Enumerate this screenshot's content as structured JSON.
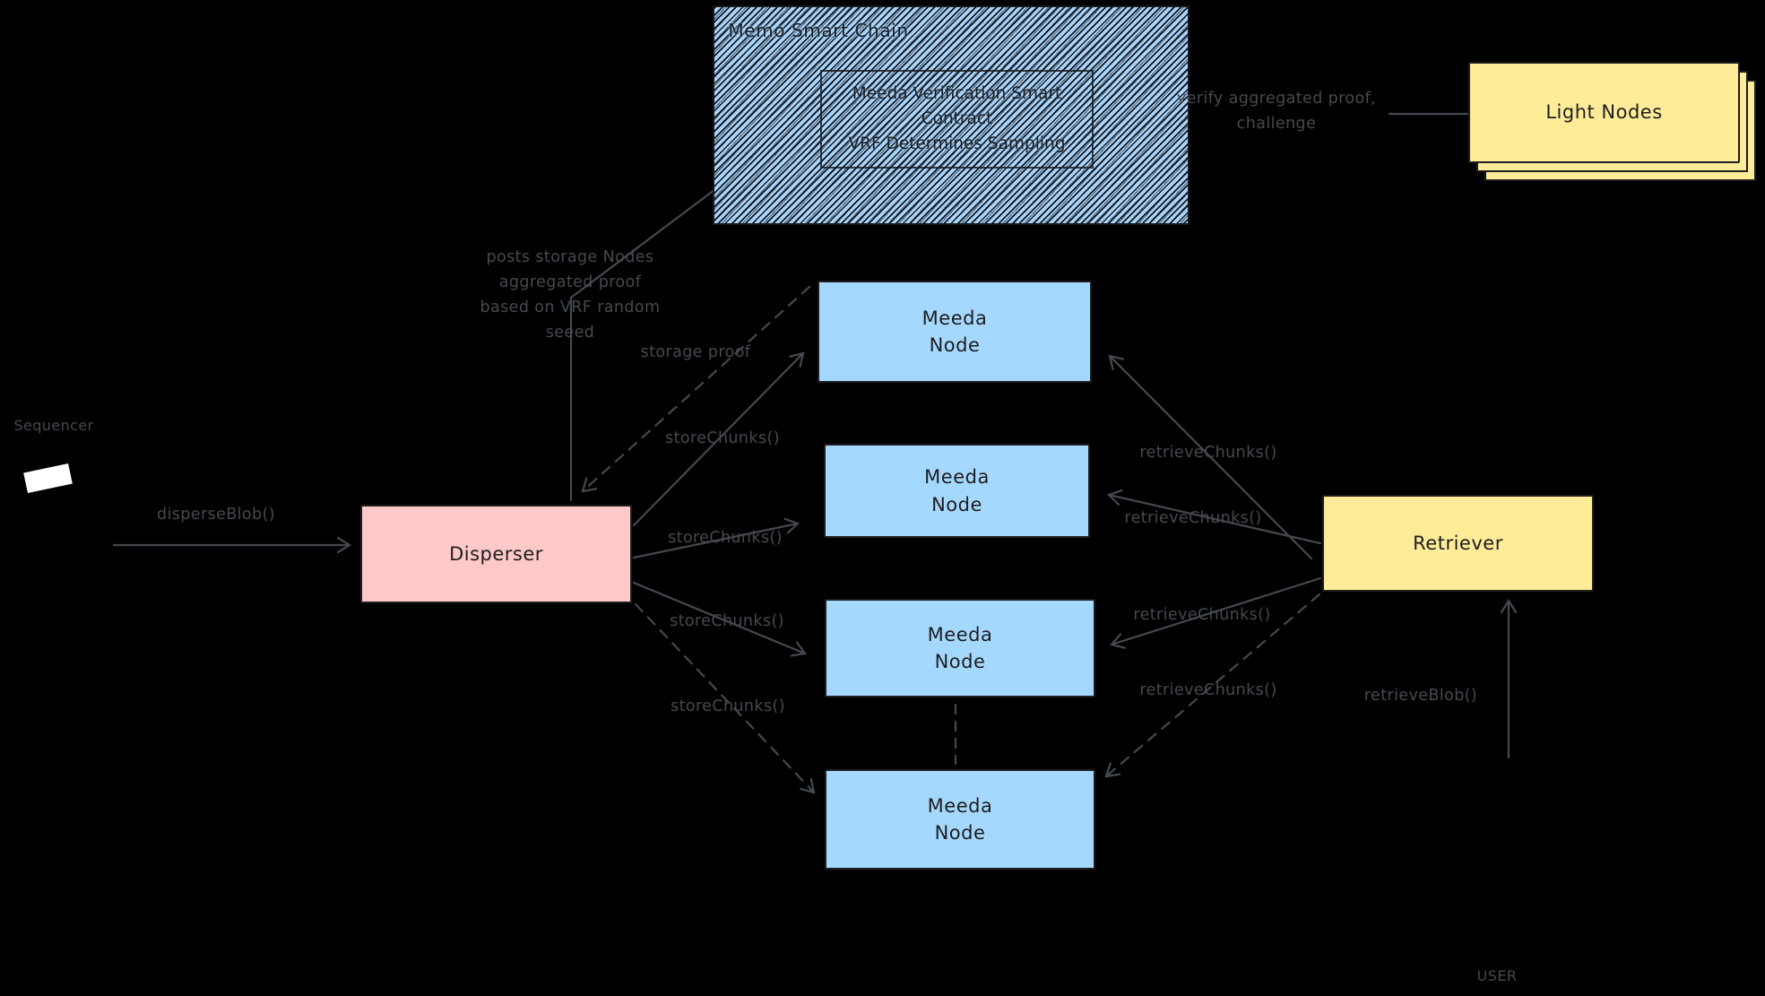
{
  "colors": {
    "background": "#000000",
    "node_blue": "#a5d8ff",
    "disperser_pink": "#ffc9c9",
    "card_yellow": "#ffec99",
    "box_stroke": "#1e1e1e",
    "edge_gray": "#45494f"
  },
  "chain": {
    "title": "Memo Smart Chain",
    "contract_label": "Meeda Verification Smart\nContract\nVRF Determines Sampling"
  },
  "light_nodes": {
    "label": "Light Nodes"
  },
  "disperser": {
    "label": "Disperser"
  },
  "retriever": {
    "label": "Retriever"
  },
  "actors": {
    "sequencer": "Sequencer",
    "user": "USER"
  },
  "nodes": [
    {
      "label": "Meeda\nNode"
    },
    {
      "label": "Meeda\nNode"
    },
    {
      "label": "Meeda\nNode"
    },
    {
      "label": "Meeda\nNode"
    }
  ],
  "edges": {
    "disperse_blob": "disperseBlob()",
    "posts_proof": "posts storage Nodes\naggregated proof\nbased on VRF random\nseeed",
    "storage_proof": "storage proof",
    "store_chunks_1": "storeChunks()",
    "store_chunks_2": "storeChunks()",
    "store_chunks_3": "storeChunks()",
    "store_chunks_4": "storeChunks()",
    "retrieve_chunks_1": "retrieveChunks()",
    "retrieve_chunks_2": "retrieveChunks()",
    "retrieve_chunks_3": "retrieveChunks()",
    "retrieve_chunks_4": "retrieveChunks()",
    "retrieve_blob": "retrieveBlob()",
    "verify_challenge": "verify aggregated proof,\nchallenge"
  }
}
